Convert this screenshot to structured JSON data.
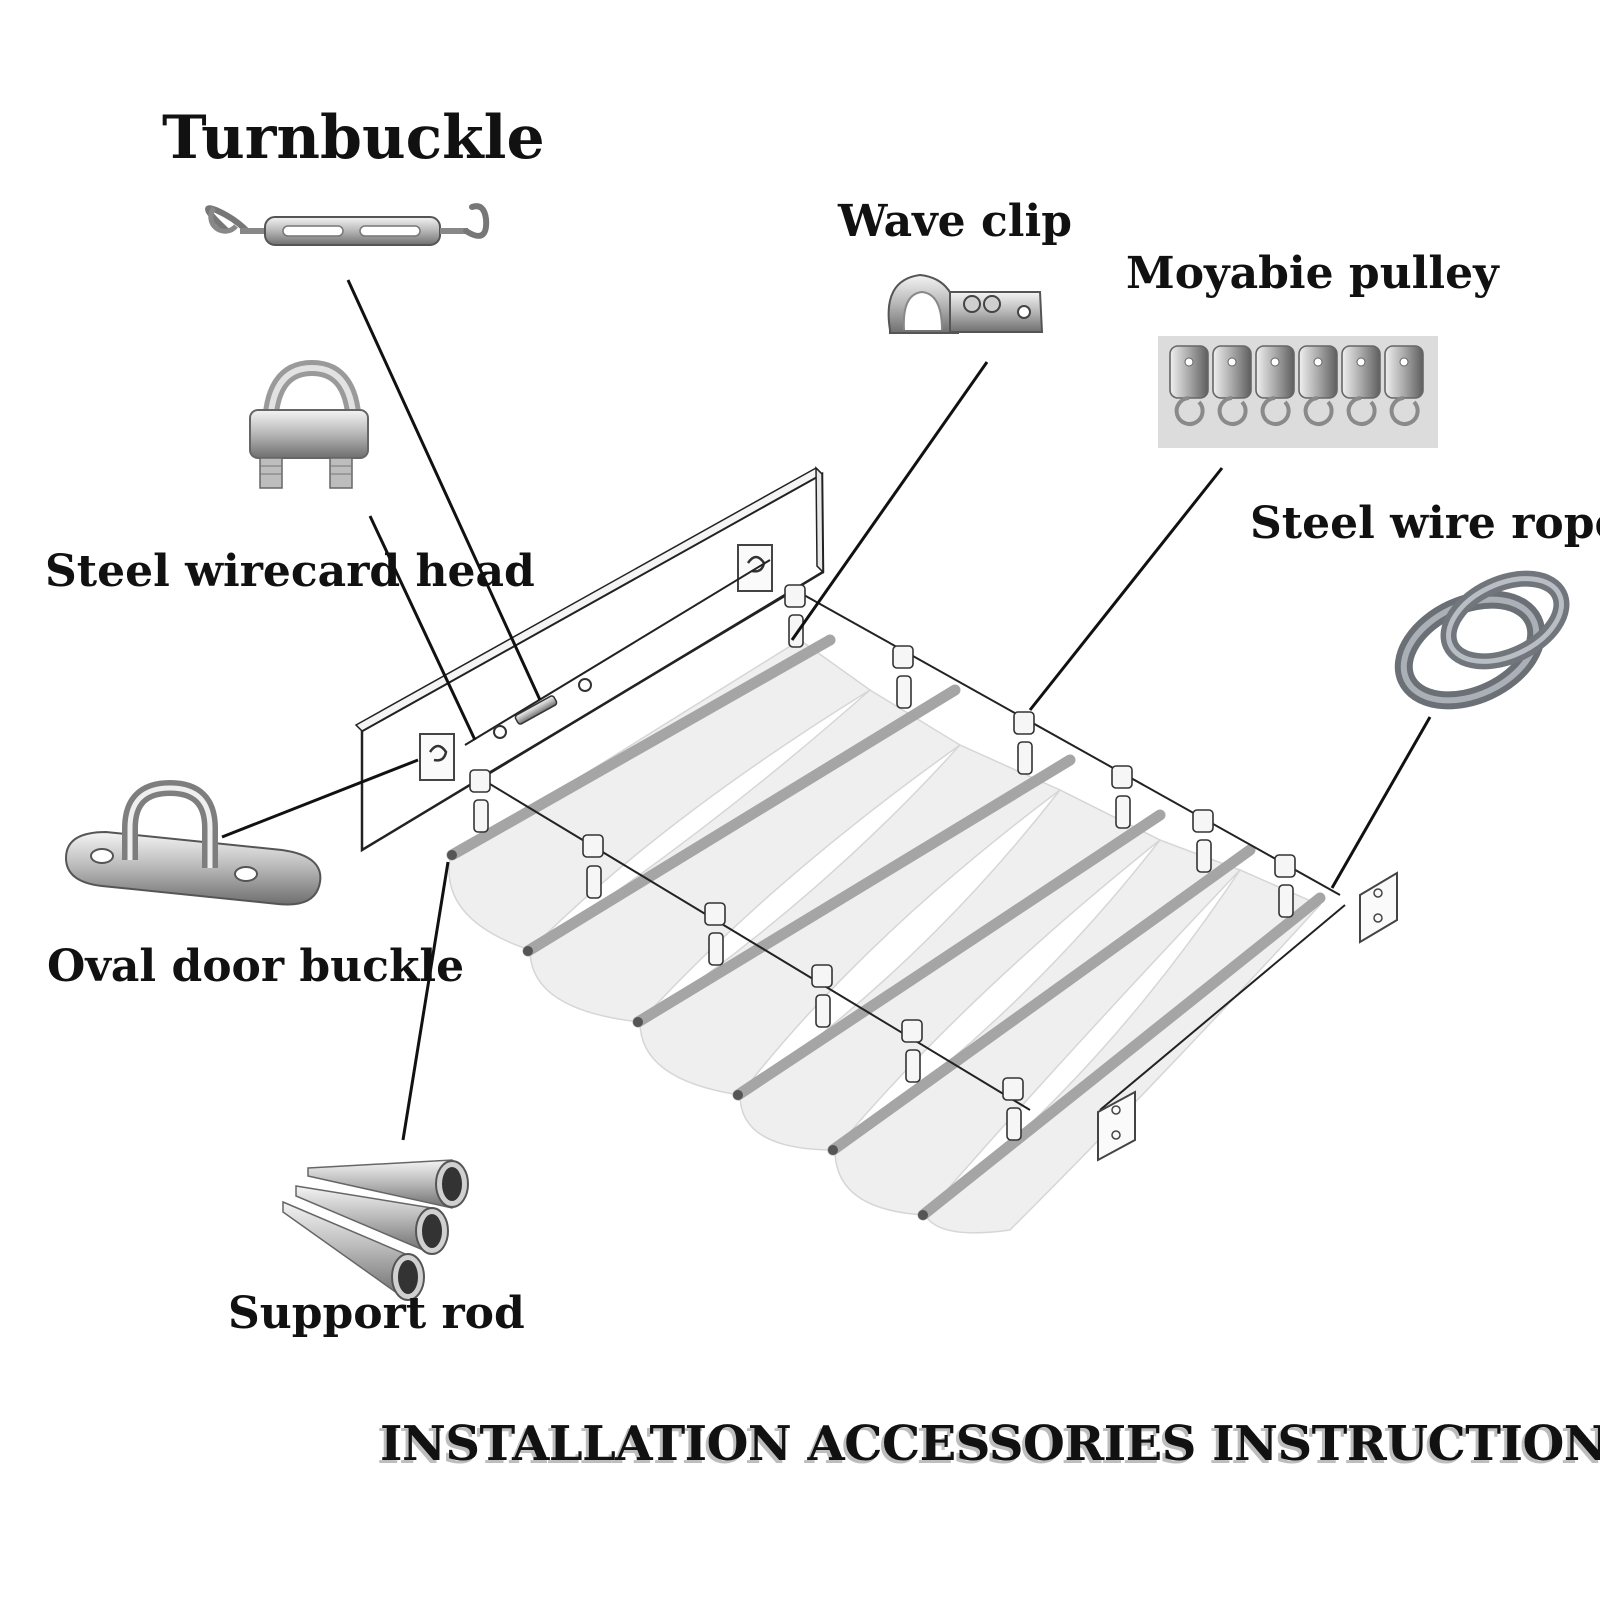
{
  "labels": {
    "turnbuckle": "Turnbuckle",
    "wave_clip": "Wave clip",
    "pulley": "Moyabie pulley",
    "wirecard": "Steel wirecard head",
    "wire_rope": "Steel wire rope",
    "oval_buckle": "Oval door buckle",
    "support_rod": "Support rod"
  },
  "footer": "INSTALLATION ACCESSORIES INSTRUCTIONS",
  "colors": {
    "text": "#111111",
    "line": "#111111",
    "metal_light": "#e6e6e6",
    "metal_dark": "#7a7a7a",
    "fabric": "#eeeeee",
    "rod": "#a8a8a8"
  }
}
